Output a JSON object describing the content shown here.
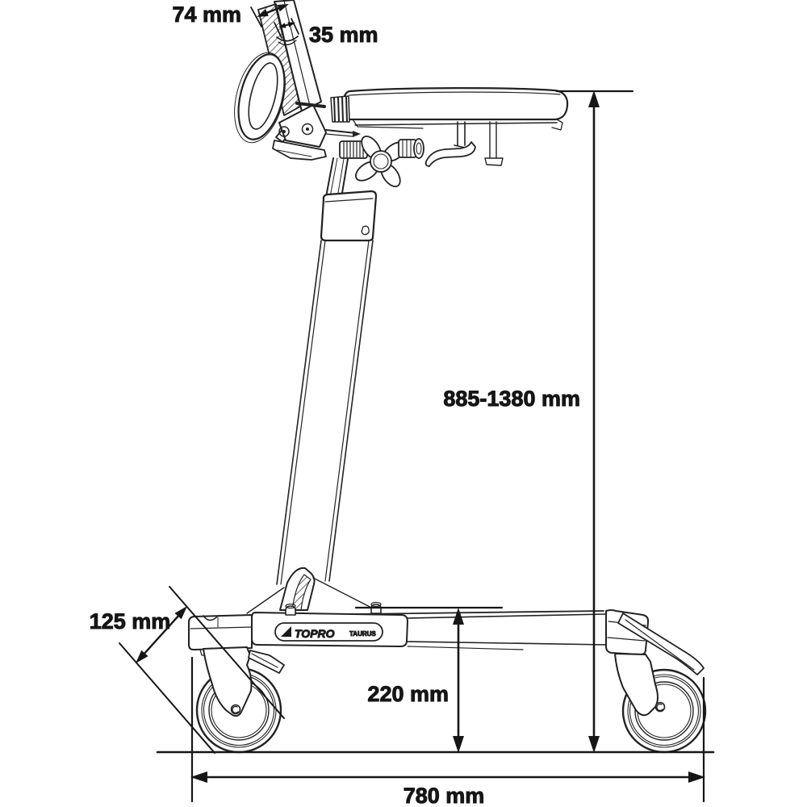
{
  "figure": {
    "type": "technical dimension drawing",
    "subject": "walking table / gait trainer, side view with casters and padded top",
    "background": "#ffffff",
    "line_color": "#1e1e1e"
  },
  "branding": {
    "logo": "TOPRO",
    "model": "TAURUS"
  },
  "dimensions": {
    "handlebar_outer": {
      "label": "74 mm"
    },
    "handlebar_tube": {
      "label": "35 mm"
    },
    "overall_height": {
      "label": "885-1380 mm"
    },
    "caster_offset": {
      "label": "125 mm"
    },
    "chassis_height": {
      "label": "220 mm"
    },
    "base_length": {
      "label": "780 mm"
    }
  }
}
